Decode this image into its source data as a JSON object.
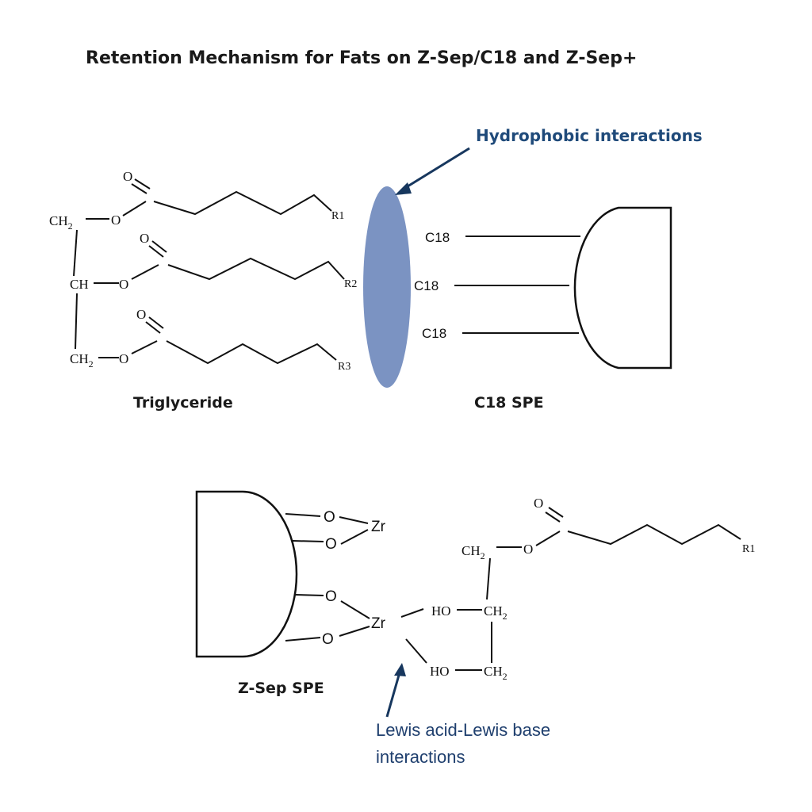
{
  "title": "Retention Mechanism for Fats on Z-Sep/C18 and Z-Sep+",
  "hydrophobic_label": "Hydrophobic interactions",
  "lewis_label_line1": "Lewis acid-Lewis base",
  "lewis_label_line2": "interactions",
  "triglyceride_caption": "Triglyceride",
  "c18_caption": "C18 SPE",
  "zsep_caption": "Z-Sep SPE",
  "atoms": {
    "ch2": "CH",
    "ch": "CH",
    "o": "O",
    "sub2": "2",
    "r1": "R1",
    "r2": "R2",
    "r3": "R3",
    "ho": "HO",
    "zr": "Zr"
  },
  "c18_labels": [
    "C18",
    "C18",
    "C18"
  ],
  "colors": {
    "ellipse": "#7b93c2",
    "arrow": "#17375e",
    "callout_text": "#1f4a7a"
  }
}
